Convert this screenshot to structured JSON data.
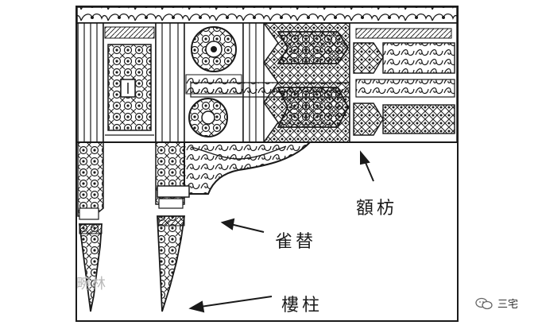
{
  "labels": {
    "lintel": "額枋",
    "bracket": "雀替",
    "column": "樓柱"
  },
  "watermark": {
    "left_text": "畹林",
    "brand_text": "三宅",
    "brand_icon": "wechat-icon"
  },
  "colors": {
    "ink": "#1a1a1a",
    "paper": "#ffffff",
    "watermark": "#b8b8b8"
  }
}
